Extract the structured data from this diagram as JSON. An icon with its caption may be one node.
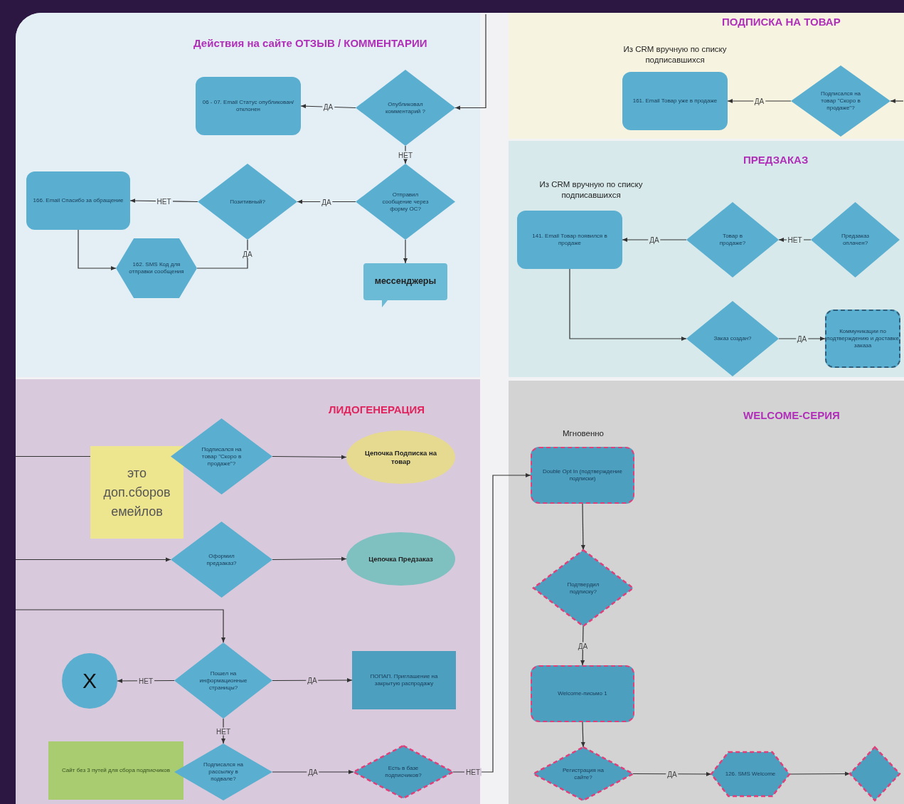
{
  "diagram": {
    "nodes": [
      {
        "text": [
          "Действия на сайте ОТЗЫВ / КОММЕНТАРИИ"
        ]
      },
      {
        "text": [
          "06 - 07. Email Статус опубликован/ отклонен"
        ],
        "in": 0
      },
      {
        "text": [
          "Опубликовал комментарий ?"
        ],
        "in": 0
      },
      {
        "text": [
          "Отправил сообщение через форму ОС?"
        ],
        "in": 0
      },
      {
        "text": [
          "Позитивный?"
        ],
        "in": 0
      },
      {
        "text": [
          "166. Email Спасибо за обращение"
        ],
        "in": 0
      },
      {
        "text": [
          "162. SMS Код для отправки сообщения"
        ],
        "in": 0
      },
      {
        "text": [
          "мессенджеры"
        ],
        "in": 0
      },
      {
        "text": [
          "ПОДПИСКА НА ТОВАР"
        ]
      },
      {
        "text": [
          "161. Email Товар уже в продаже"
        ],
        "beside": [
          "Из CRM вручную по списку подписавшихся"
        ],
        "in": 8
      },
      {
        "text": [
          "Подписался на товар \"Скоро в продаже\"?"
        ],
        "in": 8
      },
      {
        "text": [
          "ПРЕДЗАКАЗ"
        ]
      },
      {
        "text": [
          "141. Email Товар появился в продаже"
        ],
        "beside": [
          "Из CRM вручную по списку подписавшихся"
        ],
        "in": 11
      },
      {
        "text": [
          "Товар в продаже?"
        ],
        "in": 11
      },
      {
        "text": [
          "Предзаказ оплачен?"
        ],
        "in": 11
      },
      {
        "text": [
          "Заказ создан?"
        ],
        "in": 11
      },
      {
        "text": [
          "Коммуникации по подтверждению и доставке заказа"
        ],
        "in": 11
      },
      {
        "text": [
          "ЛИДОГЕНЕРАЦИЯ"
        ]
      },
      {
        "text": [
          "это доп.сборов емейлов"
        ],
        "in": 17
      },
      {
        "text": [
          "Подписался на товар \"Скоро в продаже\"?"
        ],
        "in": 17
      },
      {
        "text": [
          "Цепочка Подписка на товар"
        ],
        "in": 17
      },
      {
        "text": [
          "Оформил предзаказ?"
        ],
        "in": 17
      },
      {
        "text": [
          "Цепочка Предзаказ"
        ],
        "in": 17
      },
      {
        "text": [
          "X"
        ],
        "in": 17
      },
      {
        "text": [
          "Пошел на информационные страницы?"
        ],
        "in": 17
      },
      {
        "text": [
          "ПОПАП. Приглашение на закрытую распродажу"
        ],
        "in": 17
      },
      {
        "text": [
          "Сайт без 3 путей для сбора подписчиков"
        ],
        "in": 17
      },
      {
        "text": [
          "Подписался на рассылку в подвале?"
        ],
        "in": 17
      },
      {
        "text": [
          "Есть в базе подписчиков?"
        ],
        "in": 17
      },
      {
        "text": [
          "WELCOME-СЕРИЯ"
        ]
      },
      {
        "text": [
          "Double Opt In (подтверждение подписки)"
        ],
        "beside": [
          "Мгновенно"
        ],
        "in": 29
      },
      {
        "text": [
          "Подтвердил подписку?"
        ],
        "in": 29
      },
      {
        "text": [
          "Welcome-письмо 1"
        ],
        "in": 29
      },
      {
        "text": [
          "Регистрация на сайте?"
        ],
        "in": 29
      },
      {
        "text": [
          "126. SMS Welcome"
        ],
        "in": 29
      },
      {
        "text": [],
        "shape": "diamond",
        "in": 29
      }
    ],
    "edges": [
      {
        "from": null,
        "to": 2,
        "arrow": "to"
      },
      {
        "from": 2,
        "to": 1,
        "arrow": "to",
        "label": "ДА"
      },
      {
        "from": 2,
        "to": 3,
        "arrow": "to",
        "label": "НЕТ"
      },
      {
        "from": 3,
        "to": 4,
        "arrow": "to",
        "label": "ДА"
      },
      {
        "from": 4,
        "to": 5,
        "arrow": "to",
        "label": "НЕТ"
      },
      {
        "from": 4,
        "to": 6,
        "arrow": "none",
        "label": "ДА"
      },
      {
        "from": 5,
        "to": 6,
        "arrow": "to"
      },
      {
        "from": 3,
        "to": 7,
        "arrow": "to"
      },
      {
        "from": 10,
        "to": 9,
        "arrow": "to",
        "label": "ДА"
      },
      {
        "from": null,
        "to": 10,
        "arrow": "to"
      },
      {
        "from": 13,
        "to": 12,
        "arrow": "to",
        "label": "ДА"
      },
      {
        "from": 14,
        "to": 13,
        "arrow": "to",
        "label": "НЕТ"
      },
      {
        "from": 12,
        "to": 15,
        "arrow": "to"
      },
      {
        "from": 15,
        "to": 16,
        "arrow": "to",
        "label": "ДА"
      },
      {
        "from": null,
        "to": 19,
        "arrow": "none"
      },
      {
        "from": 19,
        "to": 20,
        "arrow": "to"
      },
      {
        "from": null,
        "to": 21,
        "arrow": "to"
      },
      {
        "from": 21,
        "to": 22,
        "arrow": "to"
      },
      {
        "from": null,
        "to": 24,
        "arrow": "to"
      },
      {
        "from": 24,
        "to": 23,
        "arrow": "to",
        "label": "НЕТ"
      },
      {
        "from": 24,
        "to": 25,
        "arrow": "to",
        "label": "ДА"
      },
      {
        "from": 24,
        "to": 27,
        "arrow": "to",
        "label": "НЕТ"
      },
      {
        "from": 27,
        "to": 28,
        "arrow": "to",
        "label": "ДА"
      },
      {
        "from": 28,
        "to": 30,
        "arrow": "to",
        "label": "НЕТ"
      },
      {
        "from": 30,
        "to": 31,
        "arrow": "to"
      },
      {
        "from": 31,
        "to": 32,
        "arrow": "to",
        "label": "ДА"
      },
      {
        "from": 32,
        "to": 33,
        "arrow": "to"
      },
      {
        "from": 33,
        "to": 34,
        "arrow": "to",
        "label": "ДА"
      },
      {
        "from": 34,
        "to": 35,
        "arrow": "to"
      }
    ]
  }
}
